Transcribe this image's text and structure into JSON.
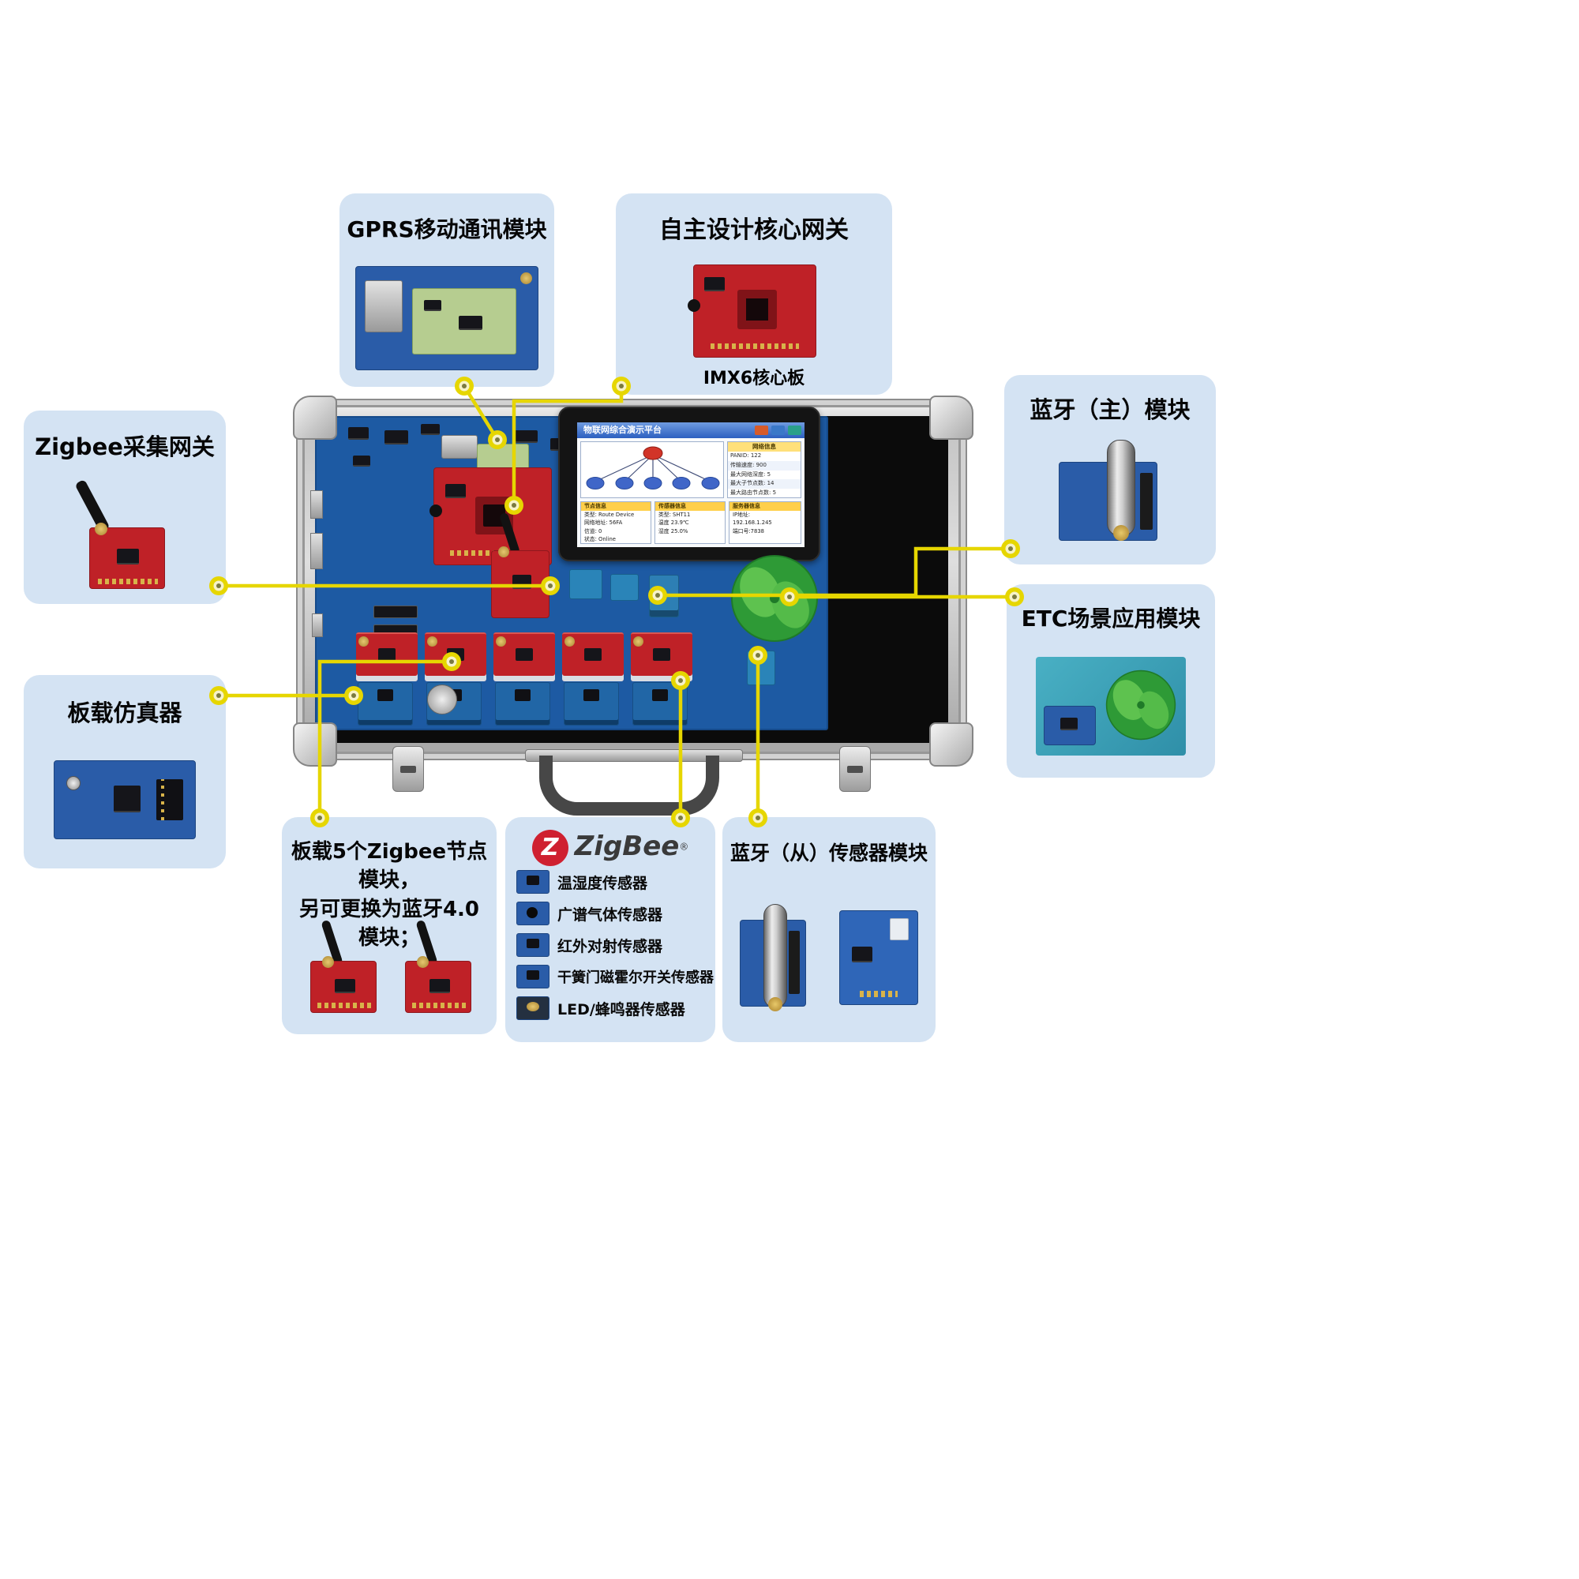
{
  "palette": {
    "callout_bg": "#d4e3f3",
    "connector_yellow": "#e6d600",
    "board_blue": "#1d5aa3",
    "module_red": "#bf2127",
    "etc_green": "#2e9a36",
    "case_silver": "#d2d2d2"
  },
  "callouts": {
    "gprs": {
      "title": "GPRS移动通讯模块"
    },
    "core_gateway": {
      "title": "自主设计核心网关",
      "caption": "IMX6核心板"
    },
    "zigbee_gateway": {
      "title": "Zigbee采集网关"
    },
    "bt_master": {
      "title": "蓝牙（主）模块"
    },
    "etc": {
      "title": "ETC场景应用模块"
    },
    "emulator": {
      "title": "板载仿真器"
    },
    "zigbee_nodes": {
      "line1": "板载5个Zigbee节点模块，",
      "line2": "另可更换为蓝牙4.0模块；"
    },
    "sensors": {
      "logo_mark": "Z",
      "logo_text": "ZigBee",
      "reg": "®",
      "items": [
        {
          "label": "温湿度传感器"
        },
        {
          "label": "广谱气体传感器"
        },
        {
          "label": "红外对射传感器"
        },
        {
          "label": "干簧门磁霍尔开关传感器"
        },
        {
          "label": "LED/蜂鸣器传感器"
        }
      ]
    },
    "bt_slave": {
      "title": "蓝牙（从）传感器模块"
    }
  },
  "screen": {
    "title": "物联网综合演示平台",
    "net_panel": {
      "header": "网络信息",
      "rows": [
        "PANID: 122",
        "传输速度: 900",
        "最大网络深度: 5",
        "最大子节点数: 14",
        "最大路由节点数: 5"
      ]
    },
    "bottom_panels": [
      {
        "header": "节点信息",
        "rows": [
          "类型: Route Device",
          "网络地址: 56FA",
          "信道: 0",
          "状态: Online"
        ]
      },
      {
        "header": "传感器信息",
        "rows": [
          "类型: SHT11",
          "温度 23.9℃",
          "湿度 25.0%"
        ]
      },
      {
        "header": "服务器信息",
        "rows": [
          "IP地址:",
          "192.168.1.245",
          "端口号:7838"
        ]
      }
    ]
  }
}
